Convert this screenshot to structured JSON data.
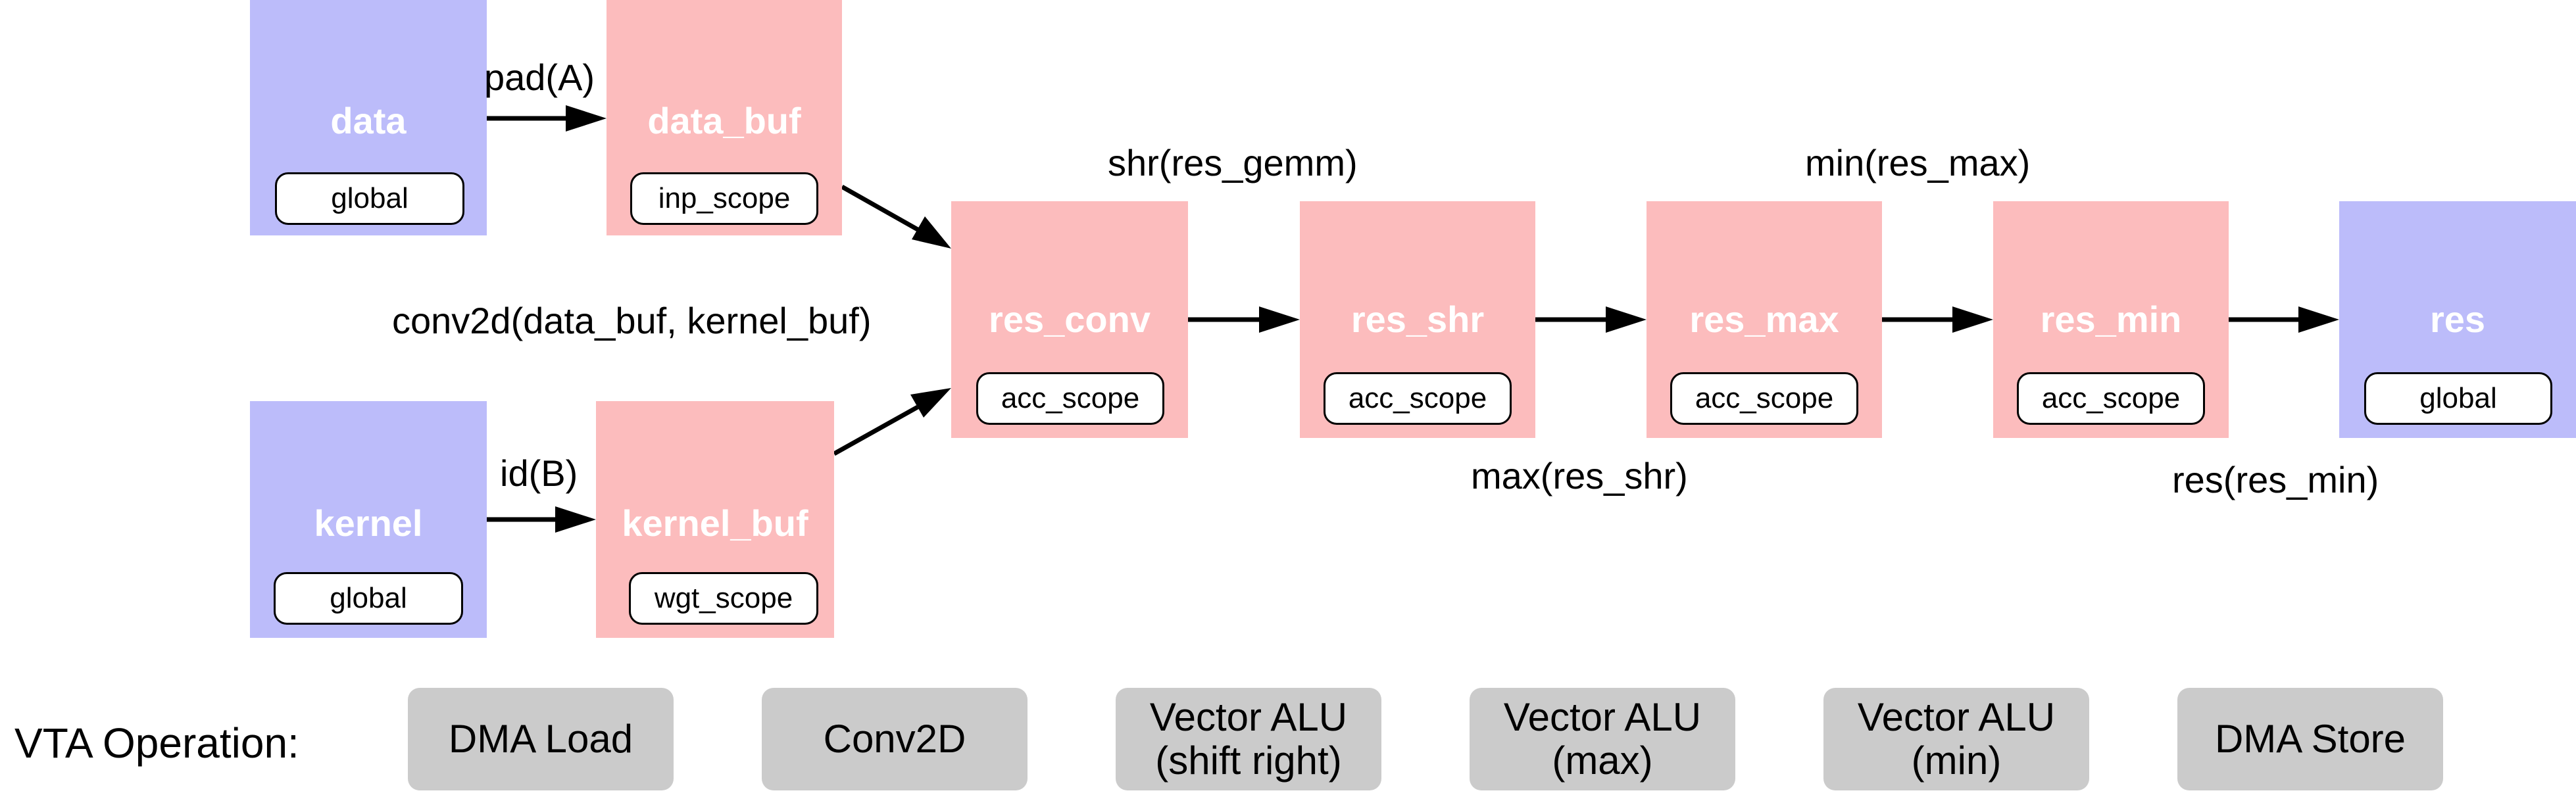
{
  "colors": {
    "memory_node": "#bcbcfa",
    "buffer_node": "#fcbcbd",
    "op_box": "#cbcbcb",
    "arrow": "#000000"
  },
  "nodes": {
    "data": {
      "name": "data",
      "scope": "global"
    },
    "data_buf": {
      "name": "data_buf",
      "scope": "inp_scope"
    },
    "kernel": {
      "name": "kernel",
      "scope": "global"
    },
    "kernel_buf": {
      "name": "kernel_buf",
      "scope": "wgt_scope"
    },
    "res_conv": {
      "name": "res_conv",
      "scope": "acc_scope"
    },
    "res_shr": {
      "name": "res_shr",
      "scope": "acc_scope"
    },
    "res_max": {
      "name": "res_max",
      "scope": "acc_scope"
    },
    "res_min": {
      "name": "res_min",
      "scope": "acc_scope"
    },
    "res": {
      "name": "res",
      "scope": "global"
    }
  },
  "edge_labels": {
    "pad": "pad(A)",
    "id": "id(B)",
    "conv2d": "conv2d(data_buf, kernel_buf)",
    "shr": "shr(res_gemm)",
    "max": "max(res_shr)",
    "min": "min(res_max)",
    "res": "res(res_min)"
  },
  "vta": {
    "heading": "VTA Operation:",
    "ops": [
      "DMA Load",
      "Conv2D",
      "Vector ALU\n(shift right)",
      "Vector ALU\n(max)",
      "Vector ALU\n(min)",
      "DMA Store"
    ]
  }
}
